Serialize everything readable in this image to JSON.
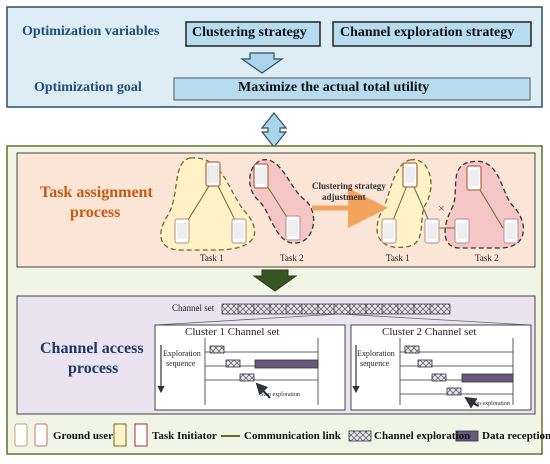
{
  "top_panel": {
    "variables_label": "Optimization variables",
    "clustering_strategy": "Clustering strategy",
    "channel_exploration_strategy": "Channel exploration strategy",
    "goal_label": "Optimization goal",
    "goal_text": "Maximize the actual total utility"
  },
  "task_panel": {
    "title_line1": "Task assignment",
    "title_line2": "process",
    "adjust_line1": "Clustering strategy",
    "adjust_line2": "adjustment",
    "labels": [
      "Task 1",
      "Task 2",
      "Task 1",
      "Task 2"
    ]
  },
  "channel_panel": {
    "title_line1": "Channel access",
    "title_line2": "process",
    "channel_set_label": "Channel set",
    "cluster1_title": "Cluster 1 Channel set",
    "cluster2_title": "Cluster 2 Channel set",
    "exploration_line1": "Exploration",
    "exploration_line2": "sequence",
    "stop_exploration": "Stop exploration"
  },
  "legend": {
    "ground_user": "Ground user",
    "task_initiator": "Task Initiator",
    "communication_link": "Communication link",
    "channel_exploration": "Channel exploration",
    "data_reception": "Data reception"
  },
  "colors": {
    "top_bg": "#dcedf6",
    "top_border": "#2e4f5e",
    "title_blue": "#1f4e79",
    "task_bg": "#fbe5d6",
    "task_title": "#c55a11",
    "channel_bg": "#e9e4ef",
    "channel_title": "#203864",
    "outer_bg": "#f1f5e6",
    "outer_border": "#6b6b2a",
    "cluster_yellow": "#fff2c6",
    "cluster_pink": "#f4c6c6",
    "data_reception": "#6b587d"
  }
}
